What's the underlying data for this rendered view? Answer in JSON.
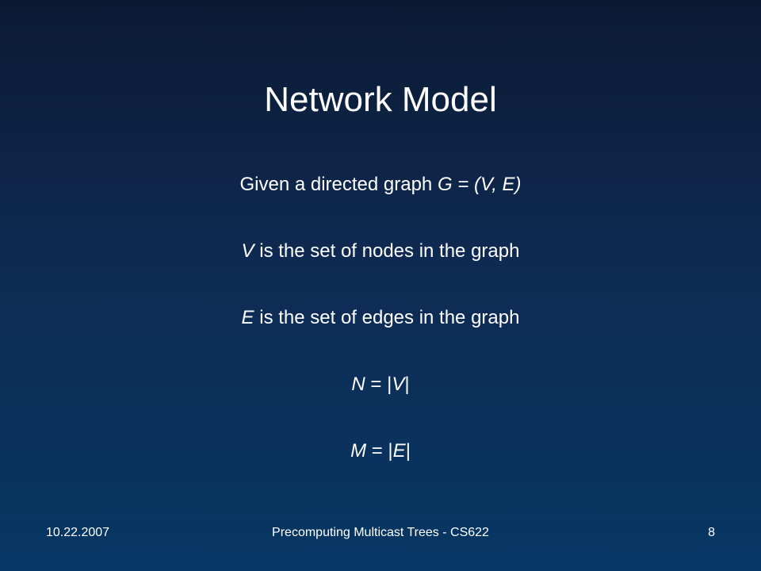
{
  "slide": {
    "title": "Network Model",
    "lines": [
      {
        "parts": [
          {
            "text": "Given a directed graph ",
            "italic": false
          },
          {
            "text": "G = (V, E)",
            "italic": true
          }
        ]
      },
      {
        "parts": [
          {
            "text": "V",
            "italic": true
          },
          {
            "text": " is the set of nodes in the graph",
            "italic": false
          }
        ]
      },
      {
        "parts": [
          {
            "text": "E",
            "italic": true
          },
          {
            "text": " is the set of edges in the graph",
            "italic": false
          }
        ]
      },
      {
        "parts": [
          {
            "text": "N",
            "italic": true
          },
          {
            "text": " = |",
            "italic": false
          },
          {
            "text": "V",
            "italic": true
          },
          {
            "text": "|",
            "italic": false
          }
        ]
      },
      {
        "parts": [
          {
            "text": "M",
            "italic": true
          },
          {
            "text": " = |",
            "italic": false
          },
          {
            "text": "E",
            "italic": true
          },
          {
            "text": "|",
            "italic": false
          }
        ]
      }
    ]
  },
  "footer": {
    "date": "10.22.2007",
    "title": "Precomputing Multicast Trees - CS622",
    "page": "8"
  },
  "colors": {
    "text": "#ffffff",
    "bg_top": "#0b1a33",
    "bg_bottom": "#063764"
  }
}
